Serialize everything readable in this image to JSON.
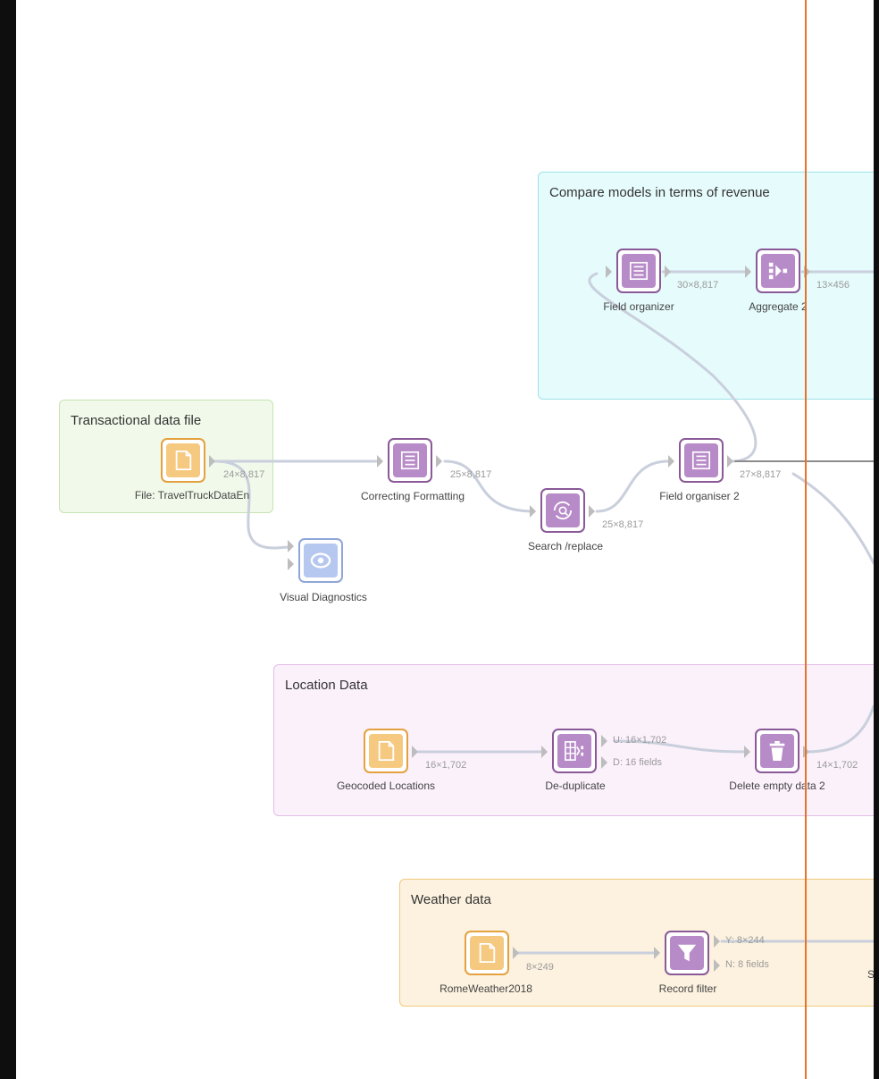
{
  "groups": {
    "compare": {
      "title": "Compare models in terms of revenue"
    },
    "transactional": {
      "title": "Transactional data file"
    },
    "location": {
      "title": "Location Data"
    },
    "weather": {
      "title": "Weather data"
    }
  },
  "nodes": {
    "file_travel": {
      "label": "File: TravelTruckDataEn",
      "dims": "24×8,817",
      "icon": "file-icon"
    },
    "visual_diag": {
      "label": "Visual Diagnostics",
      "icon": "eye-icon"
    },
    "correcting": {
      "label": "Correcting Formatting",
      "dims": "25×8,817",
      "icon": "list-icon"
    },
    "search_replace": {
      "label": "Search /replace",
      "dims": "25×8,817",
      "icon": "search-replace-icon"
    },
    "field_org2": {
      "label": "Field organiser 2",
      "dims": "27×8,817",
      "icon": "list-icon"
    },
    "field_org": {
      "label": "Field organizer",
      "dims": "30×8,817",
      "icon": "list-icon"
    },
    "aggregate2": {
      "label": "Aggregate 2",
      "dims": "13×456",
      "icon": "aggregate-icon"
    },
    "geocoded": {
      "label": "Geocoded Locations",
      "dims": "16×1,702",
      "icon": "file-icon"
    },
    "dedup": {
      "label": "De-duplicate",
      "dims_u": "U: 16×1,702",
      "dims_d": "D: 16 fields",
      "icon": "dedup-icon"
    },
    "delete_empty": {
      "label": "Delete empty data 2",
      "dims": "14×1,702",
      "icon": "trash-icon"
    },
    "rome_weather": {
      "label": "RomeWeather2018",
      "dims": "8×249",
      "icon": "file-icon"
    },
    "record_filter": {
      "label": "Record filter",
      "dims_y": "Y: 8×244",
      "dims_n": "N: 8 fields",
      "icon": "filter-icon"
    },
    "cut_letter": {
      "label": "S"
    }
  },
  "colors": {
    "purple": "#8a5a98",
    "orange": "#e4a13f",
    "blue": "#8fa6d8",
    "cursor_line": "#e8742a"
  }
}
